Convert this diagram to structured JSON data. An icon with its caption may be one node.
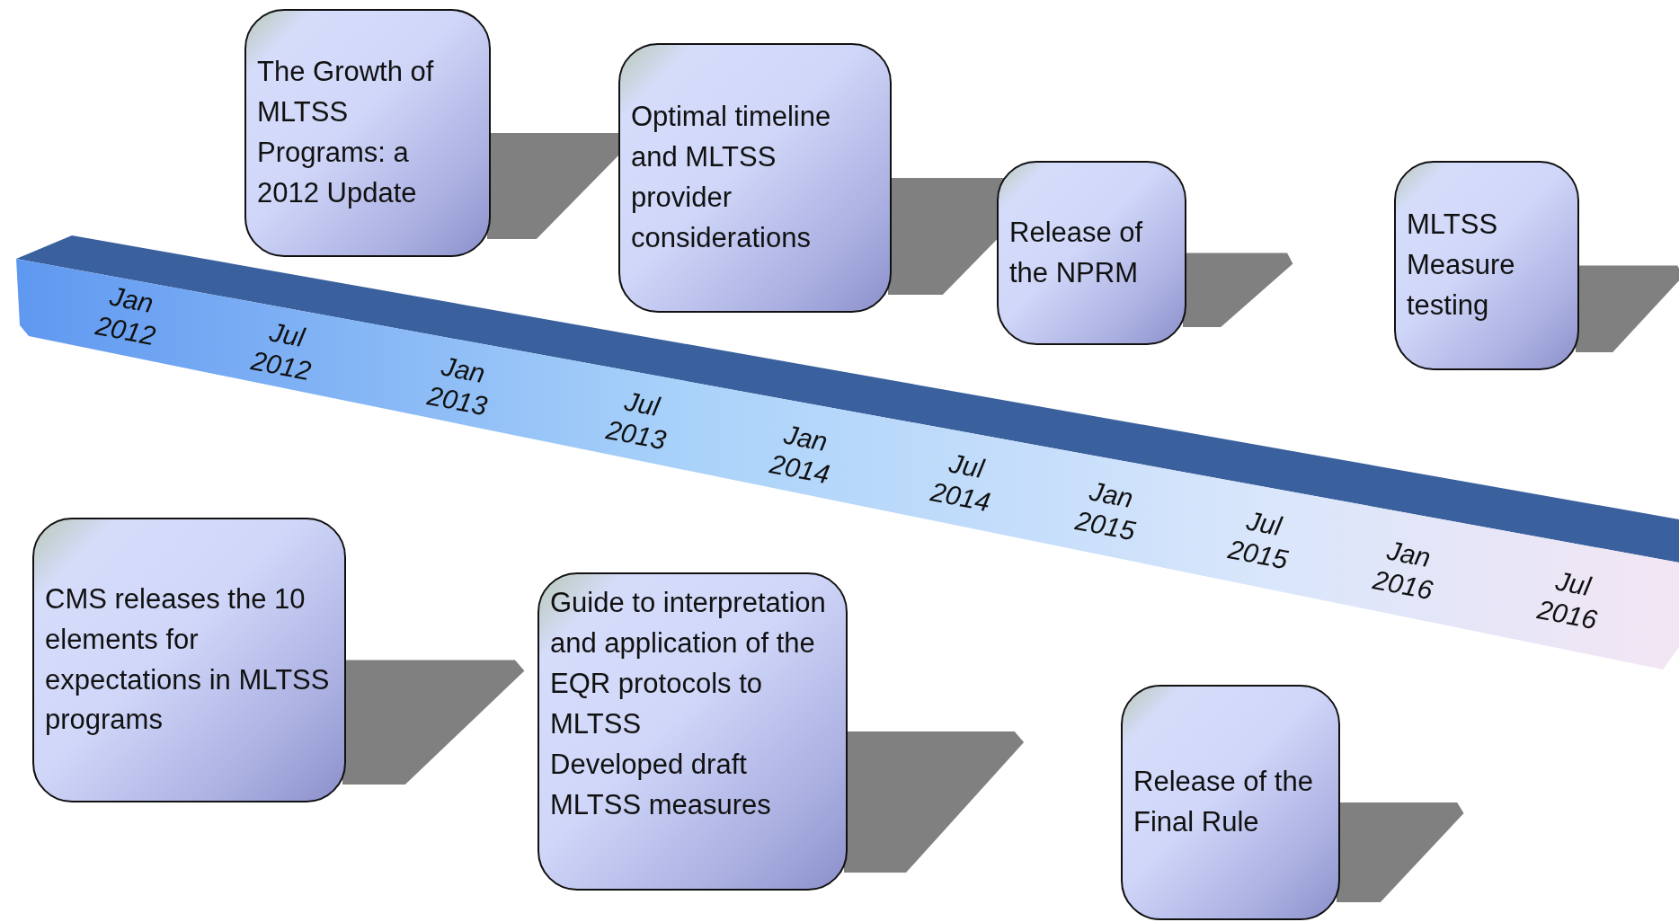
{
  "diagram": {
    "nodes": [
      {
        "text": [
          "The Growth of MLTSS Programs: a 2012 Update"
        ]
      },
      {
        "text": [
          "Optimal timeline and MLTSS provider considerations"
        ]
      },
      {
        "text": [
          "Release of the NPRM"
        ]
      },
      {
        "text": [
          "MLTSS Measure testing"
        ]
      },
      {
        "text": [
          "CMS releases the 10 elements for expectations in MLTSS programs"
        ]
      },
      {
        "text": [
          "Guide to interpretation and application of the EQR protocols to MLTSS",
          "Developed draft MLTSS measures"
        ]
      },
      {
        "text": [
          "Release of the Final Rule"
        ]
      }
    ],
    "labels": [
      "Jan 2012",
      "Jul 2012",
      "Jan 2013",
      "Jul 2013",
      "Jan 2014",
      "Jul 2014",
      "Jan 2015",
      "Jul 2015",
      "Jan 2016",
      "Jul 2016"
    ]
  }
}
